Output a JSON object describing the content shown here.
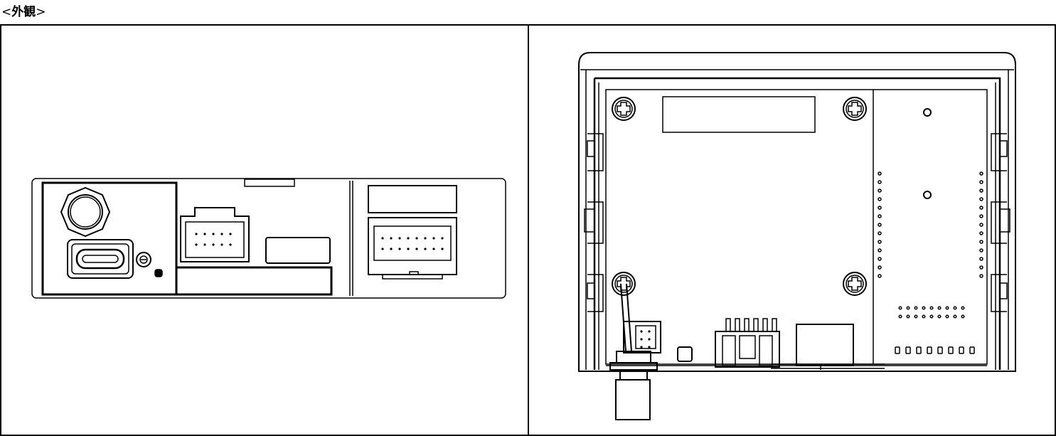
{
  "header": {
    "bracket_open": "<",
    "title": "外観",
    "bracket_close": ">"
  },
  "panels": {
    "left": {
      "view": "front-connector-panel"
    },
    "right": {
      "view": "internal-board-top-view"
    }
  },
  "colors": {
    "line": "#000000",
    "background": "#ffffff"
  }
}
